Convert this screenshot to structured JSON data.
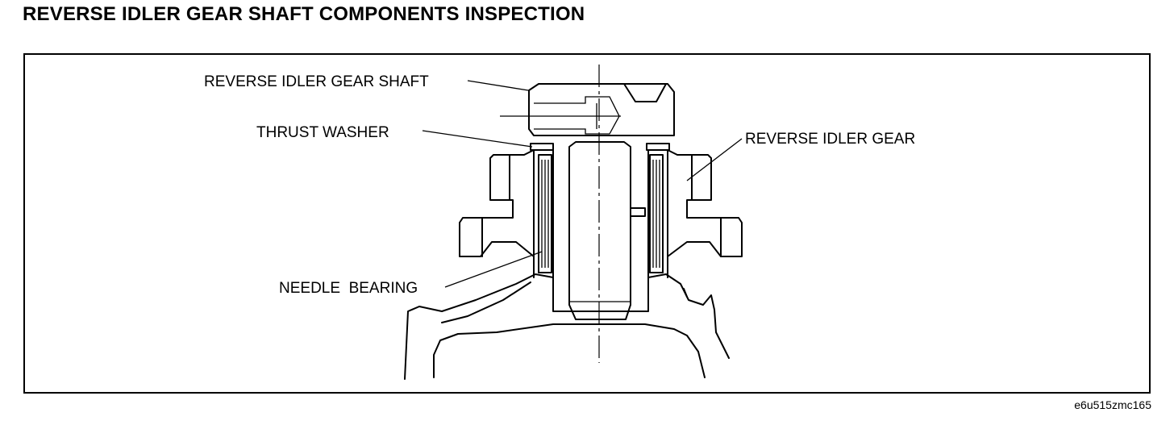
{
  "title": "REVERSE IDLER GEAR SHAFT COMPONENTS INSPECTION",
  "labels": {
    "shaft": "REVERSE IDLER GEAR SHAFT",
    "washer": "THRUST WASHER",
    "gear": "REVERSE IDLER GEAR",
    "bearing": "NEEDLE  BEARING"
  },
  "figure_code": "e6u515zmc165"
}
